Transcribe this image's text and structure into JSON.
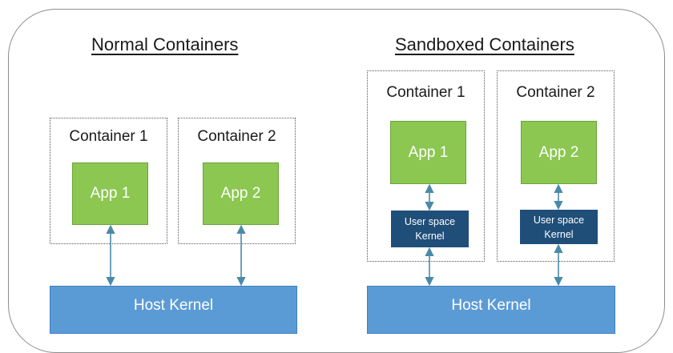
{
  "normal": {
    "title": "Normal Containers",
    "container1": {
      "label": "Container 1",
      "app": "App 1"
    },
    "container2": {
      "label": "Container 2",
      "app": "App 2"
    },
    "kernel": "Host Kernel"
  },
  "sandboxed": {
    "title": "Sandboxed Containers",
    "container1": {
      "label": "Container 1",
      "app": "App 1",
      "us_line1": "User space",
      "us_line2": "Kernel"
    },
    "container2": {
      "label": "Container 2",
      "app": "App 2",
      "us_line1": "User space",
      "us_line2": "Kernel"
    },
    "kernel": "Host Kernel"
  },
  "colors": {
    "app_green": "#8cc751",
    "user_space_kernel_navy": "#1f4e79",
    "host_kernel_blue": "#5b9bd5",
    "arrow_teal": "#4a8aa8"
  }
}
